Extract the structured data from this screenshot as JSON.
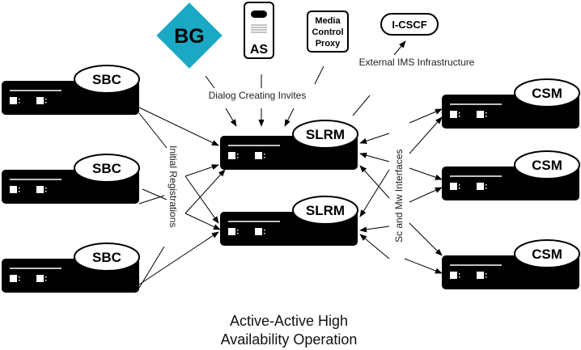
{
  "diagram": {
    "title_line1": "Active-Active High",
    "title_line2": "Availability Operation",
    "labels": {
      "dialog": "Dialog Creating Invites",
      "external": "External IMS Infrastructure",
      "initial": "Initial Registrations",
      "sc_mw": "Sc and Mw Interfaces"
    },
    "top_nodes": {
      "bg": "BG",
      "as": "AS",
      "mcp_line1": "Media",
      "mcp_line2": "Control",
      "mcp_line3": "Proxy",
      "icscf": "I-CSCF"
    },
    "colors": {
      "bg_fill": "#1aa8c4",
      "device": "#000000"
    },
    "sbc_nodes": [
      {
        "label": "SBC"
      },
      {
        "label": "SBC"
      },
      {
        "label": "SBC"
      }
    ],
    "slrm_nodes": [
      {
        "label": "SLRM"
      },
      {
        "label": "SLRM"
      }
    ],
    "csm_nodes": [
      {
        "label": "CSM"
      },
      {
        "label": "CSM"
      },
      {
        "label": "CSM"
      }
    ]
  }
}
